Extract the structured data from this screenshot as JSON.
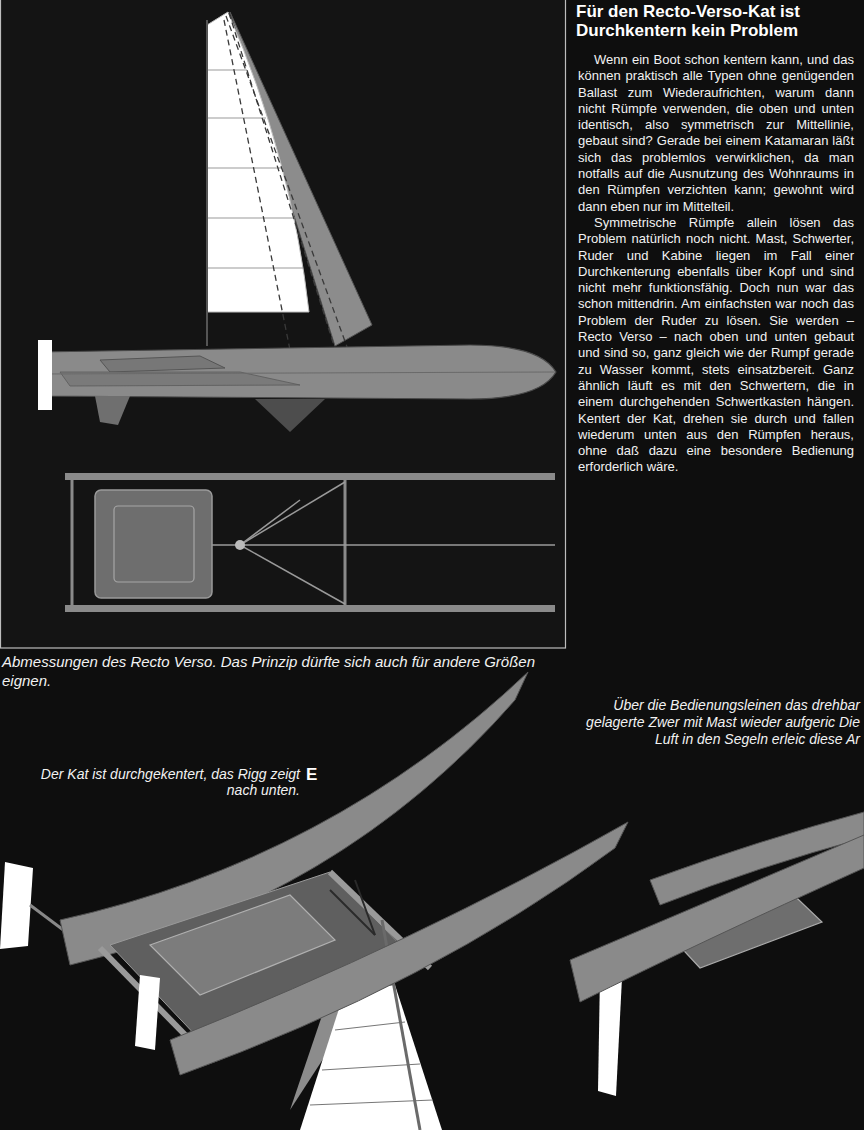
{
  "diagram": {
    "title": "Für den Recto-Verso-Kat ist Durchkentern kein Problem",
    "caption": "Abmessungen des Recto Verso. Das Prinzip dürfte sich auch für andere Größen eignen.",
    "labels": [
      "Wenn ein Boot schon kentern kann, und das können praktisch alle Typen ohne genügenden Ballast zum Wiederaufrichten, warum dann nicht Rümpfe verwenden, die oben und unten identisch, also symmetrisch zur Mittellinie, gebaut sind? Gerade bei einem Katamaran läßt sich das problemlos verwirklichen, da man notfalls auf die Ausnutzung des Wohnraums in den Rümpfen verzichten kann; gewohnt wird dann eben nur im Mittelteil.",
      "Symmetrische Rümpfe allein lösen das Problem natürlich noch nicht. Mast, Schwerter, Ruder und Kabine liegen im Fall einer Durchkenterung ebenfalls über Kopf und sind nicht mehr funktionsfähig. Doch nun war das schon mittendrin. Am einfachsten war noch das Problem der Ruder zu lösen. Sie werden – Recto Verso – nach oben und unten gebaut und sind so, ganz gleich wie der Rumpf gerade zu Wasser kommt, stets einsatzbereit. Ganz ähnlich läuft es mit den Schwertern, die in einem durchgehenden Schwertkasten hängen. Kentert der Kat, drehen sie durch und fallen wiederum unten aus den Rümpfen heraus, ohne daß dazu eine besondere Bedienung erforderlich wäre.",
      "Der Kat ist durchgekentert, das Rigg zeigt nach unten.",
      "E",
      "Über die Bedienungsleinen das drehbar gelagerte Zwer mit Mast wieder aufgeric Die Luft in den Segeln erleic diese Ar"
    ]
  }
}
